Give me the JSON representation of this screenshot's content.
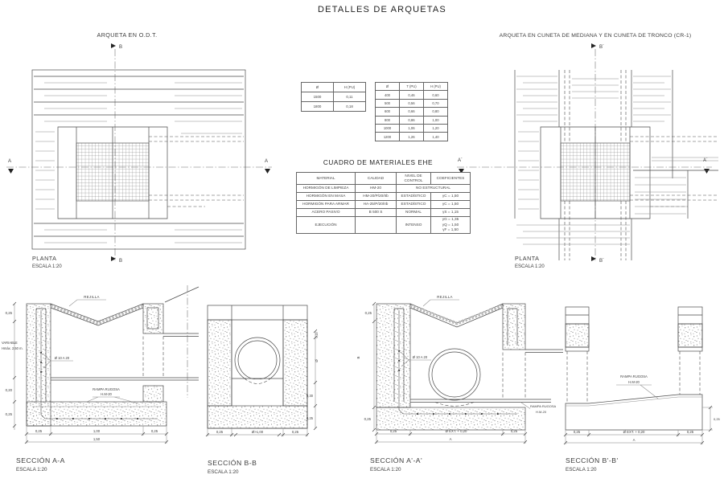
{
  "title": "DETALLES DE ARQUETAS",
  "labels": {
    "planta": "PLANTA",
    "escala": "ESCALA 1:20"
  },
  "plans": {
    "left": {
      "title": "ARQUETA EN O.D.T.",
      "marker_a": "A",
      "marker_b": "B"
    },
    "right": {
      "title": "ARQUETA EN CUNETA DE MEDIANA Y EN CUNETA DE TRONCO (CR-1)",
      "marker_a": "A´",
      "marker_b": "B´"
    }
  },
  "tables": {
    "small1": {
      "headers": [
        "Ø",
        "H (PU)"
      ],
      "rows": [
        [
          "1500",
          "0,11"
        ],
        [
          "1800",
          "0,18"
        ]
      ]
    },
    "small2": {
      "headers": [
        "Ø",
        "T (PU)",
        "H (PU)"
      ],
      "rows": [
        [
          "400",
          "0,46",
          "0,60"
        ],
        [
          "500",
          "0,56",
          "0,70"
        ],
        [
          "600",
          "0,66",
          "0,80"
        ],
        [
          "800",
          "0,86",
          "1,00"
        ],
        [
          "1000",
          "1,06",
          "1,20"
        ],
        [
          "1200",
          "1,26",
          "1,40"
        ]
      ]
    },
    "materials": {
      "title": "CUADRO DE MATERIALES EHE",
      "headers": [
        "MATERIAL",
        "CALIDAD",
        "NIVEL DE\nCONTROL",
        "COEFICIENTES"
      ],
      "rows": [
        {
          "cells": [
            {
              "t": "HORMIGÓN DE LIMPIEZA"
            },
            {
              "t": "HM-20"
            },
            {
              "t": "NO ESTRUCTURAL",
              "span": 2
            }
          ]
        },
        {
          "cells": [
            {
              "t": "HORMIGÓN EN MASA"
            },
            {
              "t": "HM-20/P/20/IIb"
            },
            {
              "t": "ESTADÍSTICO"
            },
            {
              "t": "γC = 1,50"
            }
          ]
        },
        {
          "cells": [
            {
              "t": "HORMIGÓN PARA ARMAR"
            },
            {
              "t": "HA-25/P/20/IIb"
            },
            {
              "t": "ESTADÍSTICO"
            },
            {
              "t": "γC = 1,50"
            }
          ]
        },
        {
          "cells": [
            {
              "t": "ACERO PASIVO"
            },
            {
              "t": "B 500 S"
            },
            {
              "t": "NORMAL"
            },
            {
              "t": "γS = 1,15"
            }
          ]
        },
        {
          "cells": [
            {
              "t": "EJECUCIÓN"
            },
            {
              "t": ""
            },
            {
              "t": "INTENSO"
            },
            {
              "t": "γG = 1,35\nγQ = 1,50\nγF = 1,50"
            }
          ]
        }
      ]
    }
  },
  "sections": {
    "aa": {
      "title": "SECCIÓN A-A",
      "scale": "ESCALA 1:20"
    },
    "bb": {
      "title": "SECCIÓN B-B",
      "scale": "ESCALA 1:20"
    },
    "a2": {
      "title": "SECCIÓN A'-A'",
      "scale": "ESCALA 1:20"
    },
    "b2": {
      "title": "SECCIÓN B'-B'",
      "scale": "ESCALA 1:20"
    }
  },
  "notes": {
    "rejilla": "REJILLA",
    "rebar": "Ø 10 A 20",
    "rampa1": "RAMPA RUGOSA",
    "rampa2": "H.M-20",
    "variable1": "VARIABLE",
    "variable2": "Hmáx. 2,50 m."
  },
  "dims": {
    "d025": "0,25",
    "d020": "0,20",
    "d030": "0,30",
    "d100": "1,00",
    "d150": "1,50",
    "dphi": "Ø",
    "dphi100": "Ø>1,00",
    "dphiext": "Ø EXT. + 0,20",
    "dA": "A",
    "dB": "B"
  },
  "colors": {
    "line": "#4a4a4a",
    "text": "#333333",
    "background": "#ffffff"
  }
}
